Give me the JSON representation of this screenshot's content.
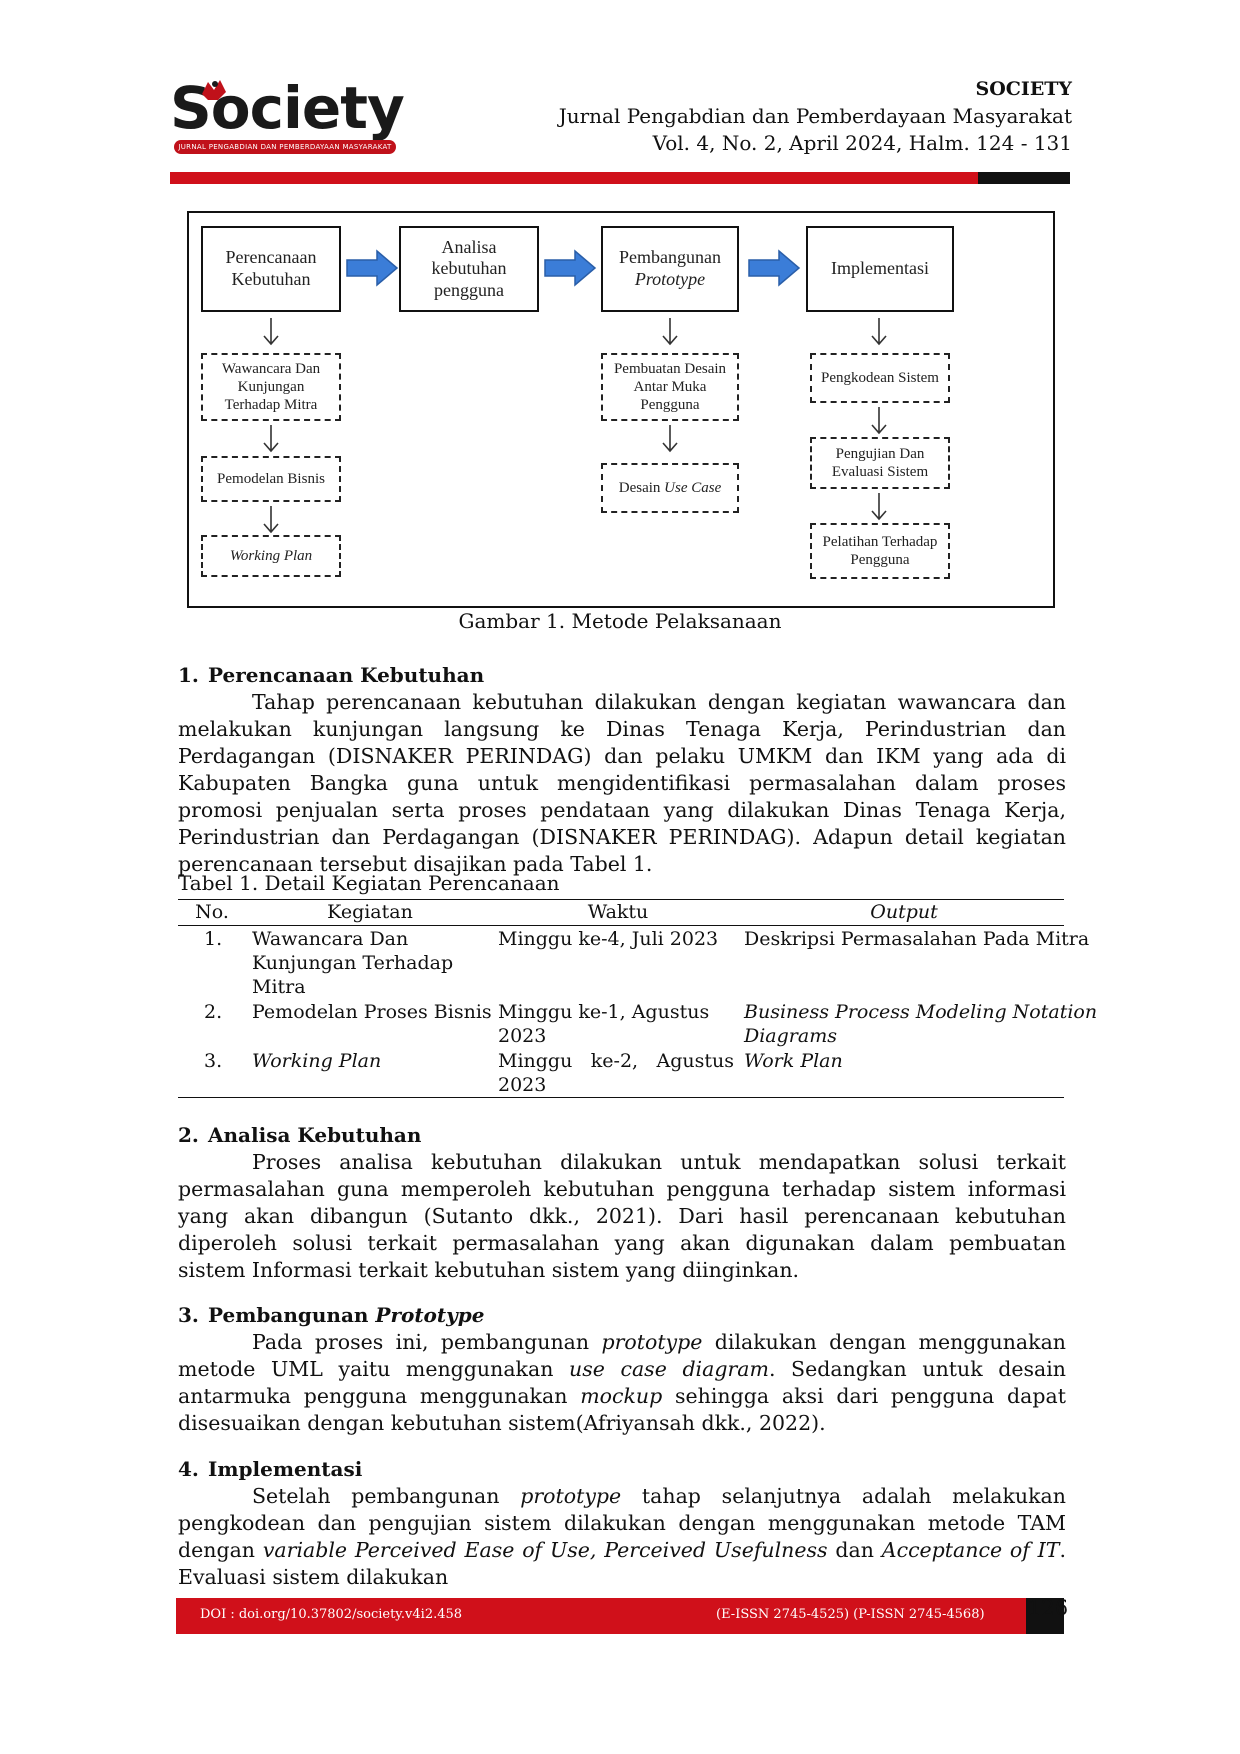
{
  "header": {
    "logo_text": "Society",
    "logo_banner": "JURNAL PENGABDIAN DAN PEMBERDAYAAN MASYARAKAT",
    "journal_short": "SOCIETY",
    "journal_full": "Jurnal Pengabdian dan Pemberdayaan Masyarakat",
    "volume_line": "Vol. 4, No. 2, April 2024, Halm. 124 - 131"
  },
  "figure": {
    "main_steps": [
      {
        "line1": "Perencanaan",
        "line2": "Kebutuhan",
        "line3": ""
      },
      {
        "line1": "Analisa",
        "line2": "kebutuhan",
        "line3": "pengguna"
      },
      {
        "line1": "Pembangunan",
        "line2": "Prototype",
        "line3": ""
      },
      {
        "line1": "Implementasi",
        "line2": "",
        "line3": ""
      }
    ],
    "sub_steps": {
      "col1": [
        "Wawancara Dan Kunjungan Terhadap Mitra",
        "Pemodelan Bisnis",
        "Working Plan"
      ],
      "col3_a": "Pembuatan Desain Antar Muka Pengguna",
      "col3_b_prefix": "Desain ",
      "col3_b_italic": "Use Case",
      "col4": [
        "Pengkodean Sistem",
        "Pengujian Dan Evaluasi Sistem",
        "Pelatihan Terhadap Pengguna"
      ]
    },
    "caption": "Gambar  1. Metode Pelaksanaan"
  },
  "section1": {
    "number": "1.",
    "title": "Perencanaan Kebutuhan",
    "body": "Tahap perencanaan kebutuhan dilakukan dengan kegiatan wawancara dan melakukan kunjungan langsung ke Dinas Tenaga Kerja, Perindustrian dan Perdagangan (DISNAKER PERINDAG) dan pelaku UMKM dan IKM yang ada di Kabupaten Bangka guna untuk mengidentifikasi permasalahan dalam proses promosi penjualan serta proses pendataan yang dilakukan Dinas Tenaga Kerja, Perindustrian dan Perdagangan (DISNAKER PERINDAG). Adapun detail kegiatan perencanaan tersebut disajikan pada Tabel 1."
  },
  "table1": {
    "caption": "Tabel 1. Detail Kegiatan Perencanaan",
    "headers": {
      "no": "No.",
      "kegiatan": "Kegiatan",
      "waktu": "Waktu",
      "output": "Output"
    },
    "rows": [
      {
        "no": "1.",
        "kegiatan": [
          "Wawancara Dan",
          "Kunjungan Terhadap",
          "Mitra"
        ],
        "waktu": [
          "Minggu ke-4, Juli 2023"
        ],
        "output": [
          "Deskripsi Permasalahan Pada Mitra"
        ]
      },
      {
        "no": "2.",
        "kegiatan": [
          "Pemodelan Proses Bisnis"
        ],
        "waktu": [
          "Minggu ke-1, Agustus",
          "2023"
        ],
        "output": [
          "Business Process Modeling Notation",
          "Diagrams"
        ]
      },
      {
        "no": "3.",
        "kegiatan": [
          "Working Plan"
        ],
        "waktu": [
          "Minggu",
          "ke-2,",
          "Agustus",
          "2023"
        ],
        "output": [
          "Work Plan"
        ]
      }
    ]
  },
  "section2": {
    "number": "2.",
    "title": "Analisa Kebutuhan",
    "body": "Proses analisa kebutuhan dilakukan untuk mendapatkan solusi terkait permasalahan guna memperoleh kebutuhan pengguna terhadap sistem informasi yang akan dibangun (Sutanto dkk., 2021). Dari hasil perencanaan kebutuhan diperoleh solusi terkait permasalahan yang akan digunakan dalam pembuatan sistem Informasi terkait kebutuhan sistem yang diinginkan."
  },
  "section3": {
    "number": "3.",
    "title_prefix": "Pembangunan ",
    "title_italic": "Prototype",
    "body_parts": [
      "Pada proses ini, pembangunan ",
      "prototype",
      " dilakukan dengan menggunakan metode UML yaitu menggunakan ",
      "use case diagram",
      ". Sedangkan untuk desain antarmuka pengguna menggunakan ",
      "mockup",
      " sehingga aksi dari pengguna dapat disesuaikan dengan kebutuhan sistem(Afriyansah dkk., 2022)."
    ]
  },
  "section4": {
    "number": "4.",
    "title": "Implementasi",
    "body_parts": [
      "Setelah pembangunan ",
      "prototype",
      " tahap selanjutnya adalah melakukan pengkodean dan pengujian sistem dilakukan dengan menggunakan metode TAM dengan ",
      "variable Perceived Ease of Use, Perceived Usefulness",
      "  dan ",
      "Acceptance of IT",
      ".  Evaluasi sistem dilakukan"
    ]
  },
  "footer": {
    "doi": "DOI : doi.org/10.37802/society.v4i2.458",
    "issn": "(E-ISSN 2745-4525) (P-ISSN 2745-4568)",
    "page": "126"
  },
  "colors": {
    "brand_red": "#d0101a",
    "arrow_blue": "#3b7dd8"
  }
}
